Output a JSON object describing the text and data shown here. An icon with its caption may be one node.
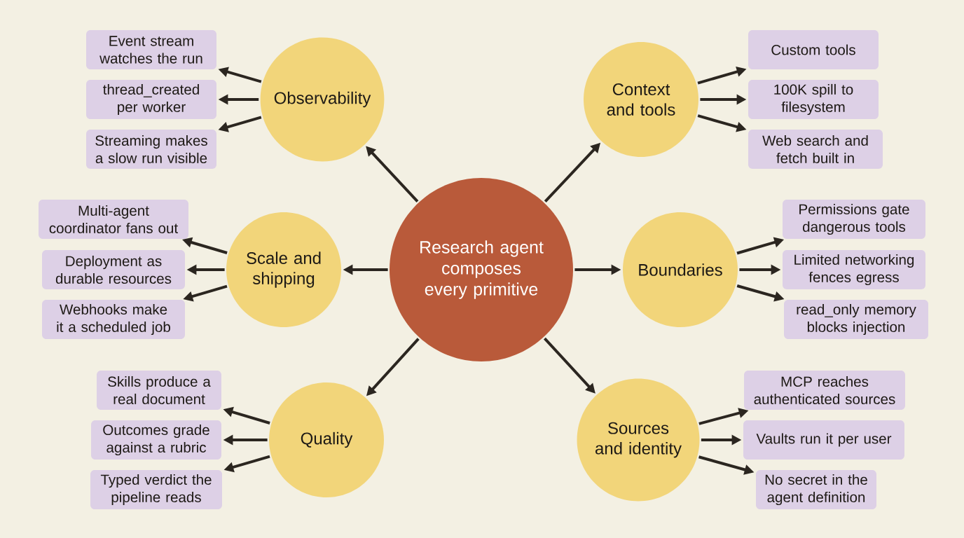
{
  "diagram": {
    "nodes": [
      {
        "text": [
          "Research agent composes every primitive"
        ]
      },
      {
        "text": [
          "Observability"
        ]
      },
      {
        "text": [
          "Event stream watches the run"
        ]
      },
      {
        "text": [
          "thread_created per worker"
        ]
      },
      {
        "text": [
          "Streaming makes a slow run visible"
        ]
      },
      {
        "text": [
          "Context and tools"
        ]
      },
      {
        "text": [
          "Custom tools"
        ]
      },
      {
        "text": [
          "100K spill to filesystem"
        ]
      },
      {
        "text": [
          "Web search and fetch built in"
        ]
      },
      {
        "text": [
          "Scale and shipping"
        ]
      },
      {
        "text": [
          "Multi-agent coordinator fans out"
        ]
      },
      {
        "text": [
          "Deployment as durable resources"
        ]
      },
      {
        "text": [
          "Webhooks make it a scheduled job"
        ]
      },
      {
        "text": [
          "Boundaries"
        ]
      },
      {
        "text": [
          "Permissions gate dangerous tools"
        ]
      },
      {
        "text": [
          "Limited networking fences egress"
        ]
      },
      {
        "text": [
          "read_only memory blocks injection"
        ]
      },
      {
        "text": [
          "Quality"
        ]
      },
      {
        "text": [
          "Skills produce a real document"
        ]
      },
      {
        "text": [
          "Outcomes grade against a rubric"
        ]
      },
      {
        "text": [
          "Typed verdict the pipeline reads"
        ]
      },
      {
        "text": [
          "Sources and identity"
        ]
      },
      {
        "text": [
          "MCP reaches authenticated sources"
        ]
      },
      {
        "text": [
          "Vaults run it per user"
        ]
      },
      {
        "text": [
          "No secret in the agent definition"
        ]
      }
    ],
    "edges": [
      {
        "from": 0,
        "to": 1,
        "arrow": "to"
      },
      {
        "from": 0,
        "to": 5,
        "arrow": "to"
      },
      {
        "from": 0,
        "to": 9,
        "arrow": "to"
      },
      {
        "from": 0,
        "to": 13,
        "arrow": "to"
      },
      {
        "from": 0,
        "to": 17,
        "arrow": "to"
      },
      {
        "from": 0,
        "to": 21,
        "arrow": "to"
      },
      {
        "from": 1,
        "to": 2,
        "arrow": "to"
      },
      {
        "from": 1,
        "to": 3,
        "arrow": "to"
      },
      {
        "from": 1,
        "to": 4,
        "arrow": "to"
      },
      {
        "from": 5,
        "to": 6,
        "arrow": "to"
      },
      {
        "from": 5,
        "to": 7,
        "arrow": "to"
      },
      {
        "from": 5,
        "to": 8,
        "arrow": "to"
      },
      {
        "from": 9,
        "to": 10,
        "arrow": "to"
      },
      {
        "from": 9,
        "to": 11,
        "arrow": "to"
      },
      {
        "from": 9,
        "to": 12,
        "arrow": "to"
      },
      {
        "from": 13,
        "to": 14,
        "arrow": "to"
      },
      {
        "from": 13,
        "to": 15,
        "arrow": "to"
      },
      {
        "from": 13,
        "to": 16,
        "arrow": "to"
      },
      {
        "from": 17,
        "to": 18,
        "arrow": "to"
      },
      {
        "from": 17,
        "to": 19,
        "arrow": "to"
      },
      {
        "from": 17,
        "to": 20,
        "arrow": "to"
      },
      {
        "from": 21,
        "to": 22,
        "arrow": "to"
      },
      {
        "from": 21,
        "to": 23,
        "arrow": "to"
      },
      {
        "from": 21,
        "to": 24,
        "arrow": "to"
      }
    ]
  }
}
